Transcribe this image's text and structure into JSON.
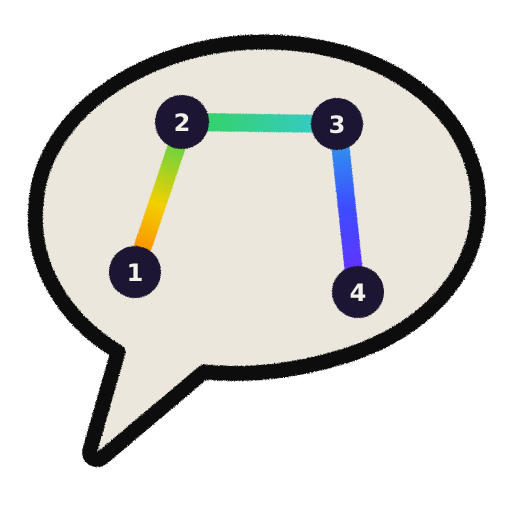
{
  "icon": {
    "name": "speech-bubble-path-icon",
    "colors": {
      "bubble_fill": "#ebe7dc",
      "bubble_outline": "#111111",
      "node_fill": "#1f1633",
      "node_text": "#f4f1ea",
      "gradient_stops": [
        "#ff7a00",
        "#f2d000",
        "#33d35a",
        "#36c9d6",
        "#2aa8e8",
        "#3d4cff",
        "#6b2cff"
      ]
    },
    "nodes": [
      {
        "label": "1"
      },
      {
        "label": "2"
      },
      {
        "label": "3"
      },
      {
        "label": "4"
      }
    ]
  }
}
